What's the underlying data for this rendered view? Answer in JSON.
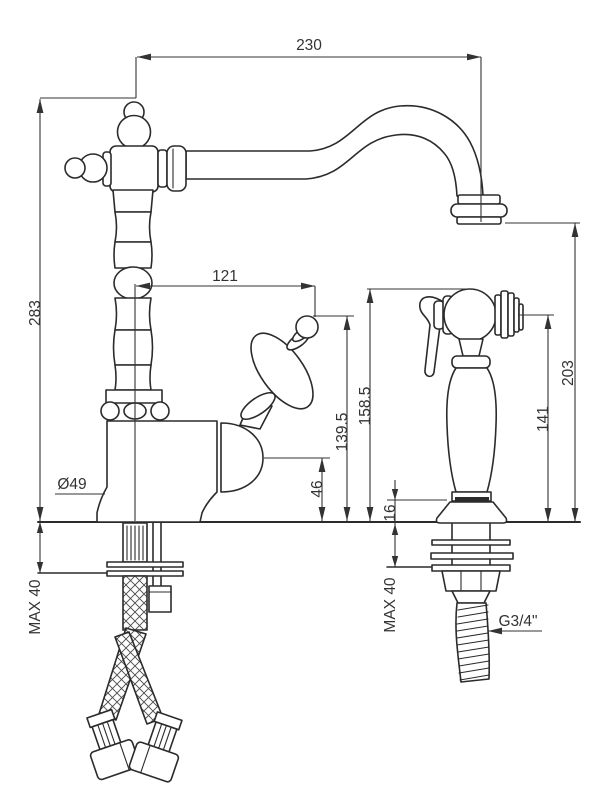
{
  "drawing": {
    "type": "technical-dimension-drawing",
    "subject": "kitchen faucet with pull-out side spray",
    "units": "mm",
    "colors": {
      "line": "#2b2b2b",
      "dim": "#333333",
      "background": "#ffffff"
    },
    "dimensions": {
      "spout_reach": "230",
      "overall_height": "283",
      "handle_offset": "121",
      "handle_height": "139.5",
      "spray_head_height": "158.5",
      "body_outlet_height": "46",
      "spray_base_height": "16",
      "spray_nozzle_height": "141",
      "spout_outlet_height": "203",
      "max_deck_thickness_left": "MAX 40",
      "max_deck_thickness_right": "MAX 40",
      "base_diameter": "Ø49",
      "hose_thread": "G3/4\""
    }
  }
}
